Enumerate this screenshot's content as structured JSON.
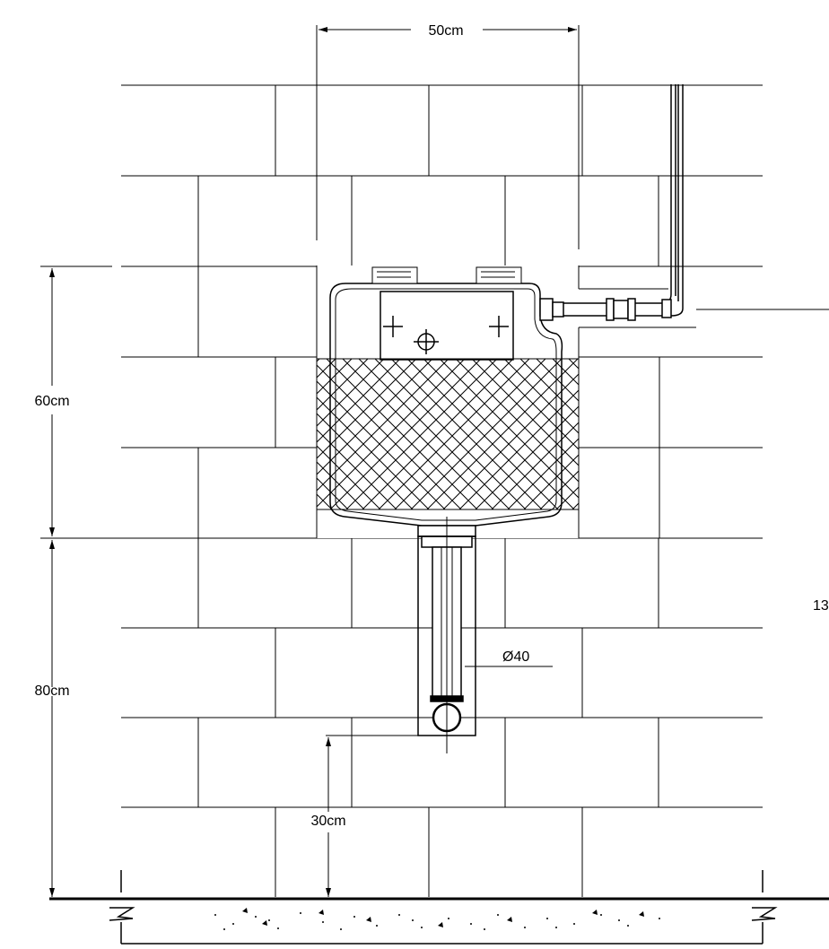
{
  "dimensions": {
    "width_label": "50cm",
    "tank_height_label": "60cm",
    "lower_height_label": "80cm",
    "outlet_height_label": "30cm",
    "pipe_diameter_label": "Ø40",
    "right_partial_label": "13"
  }
}
